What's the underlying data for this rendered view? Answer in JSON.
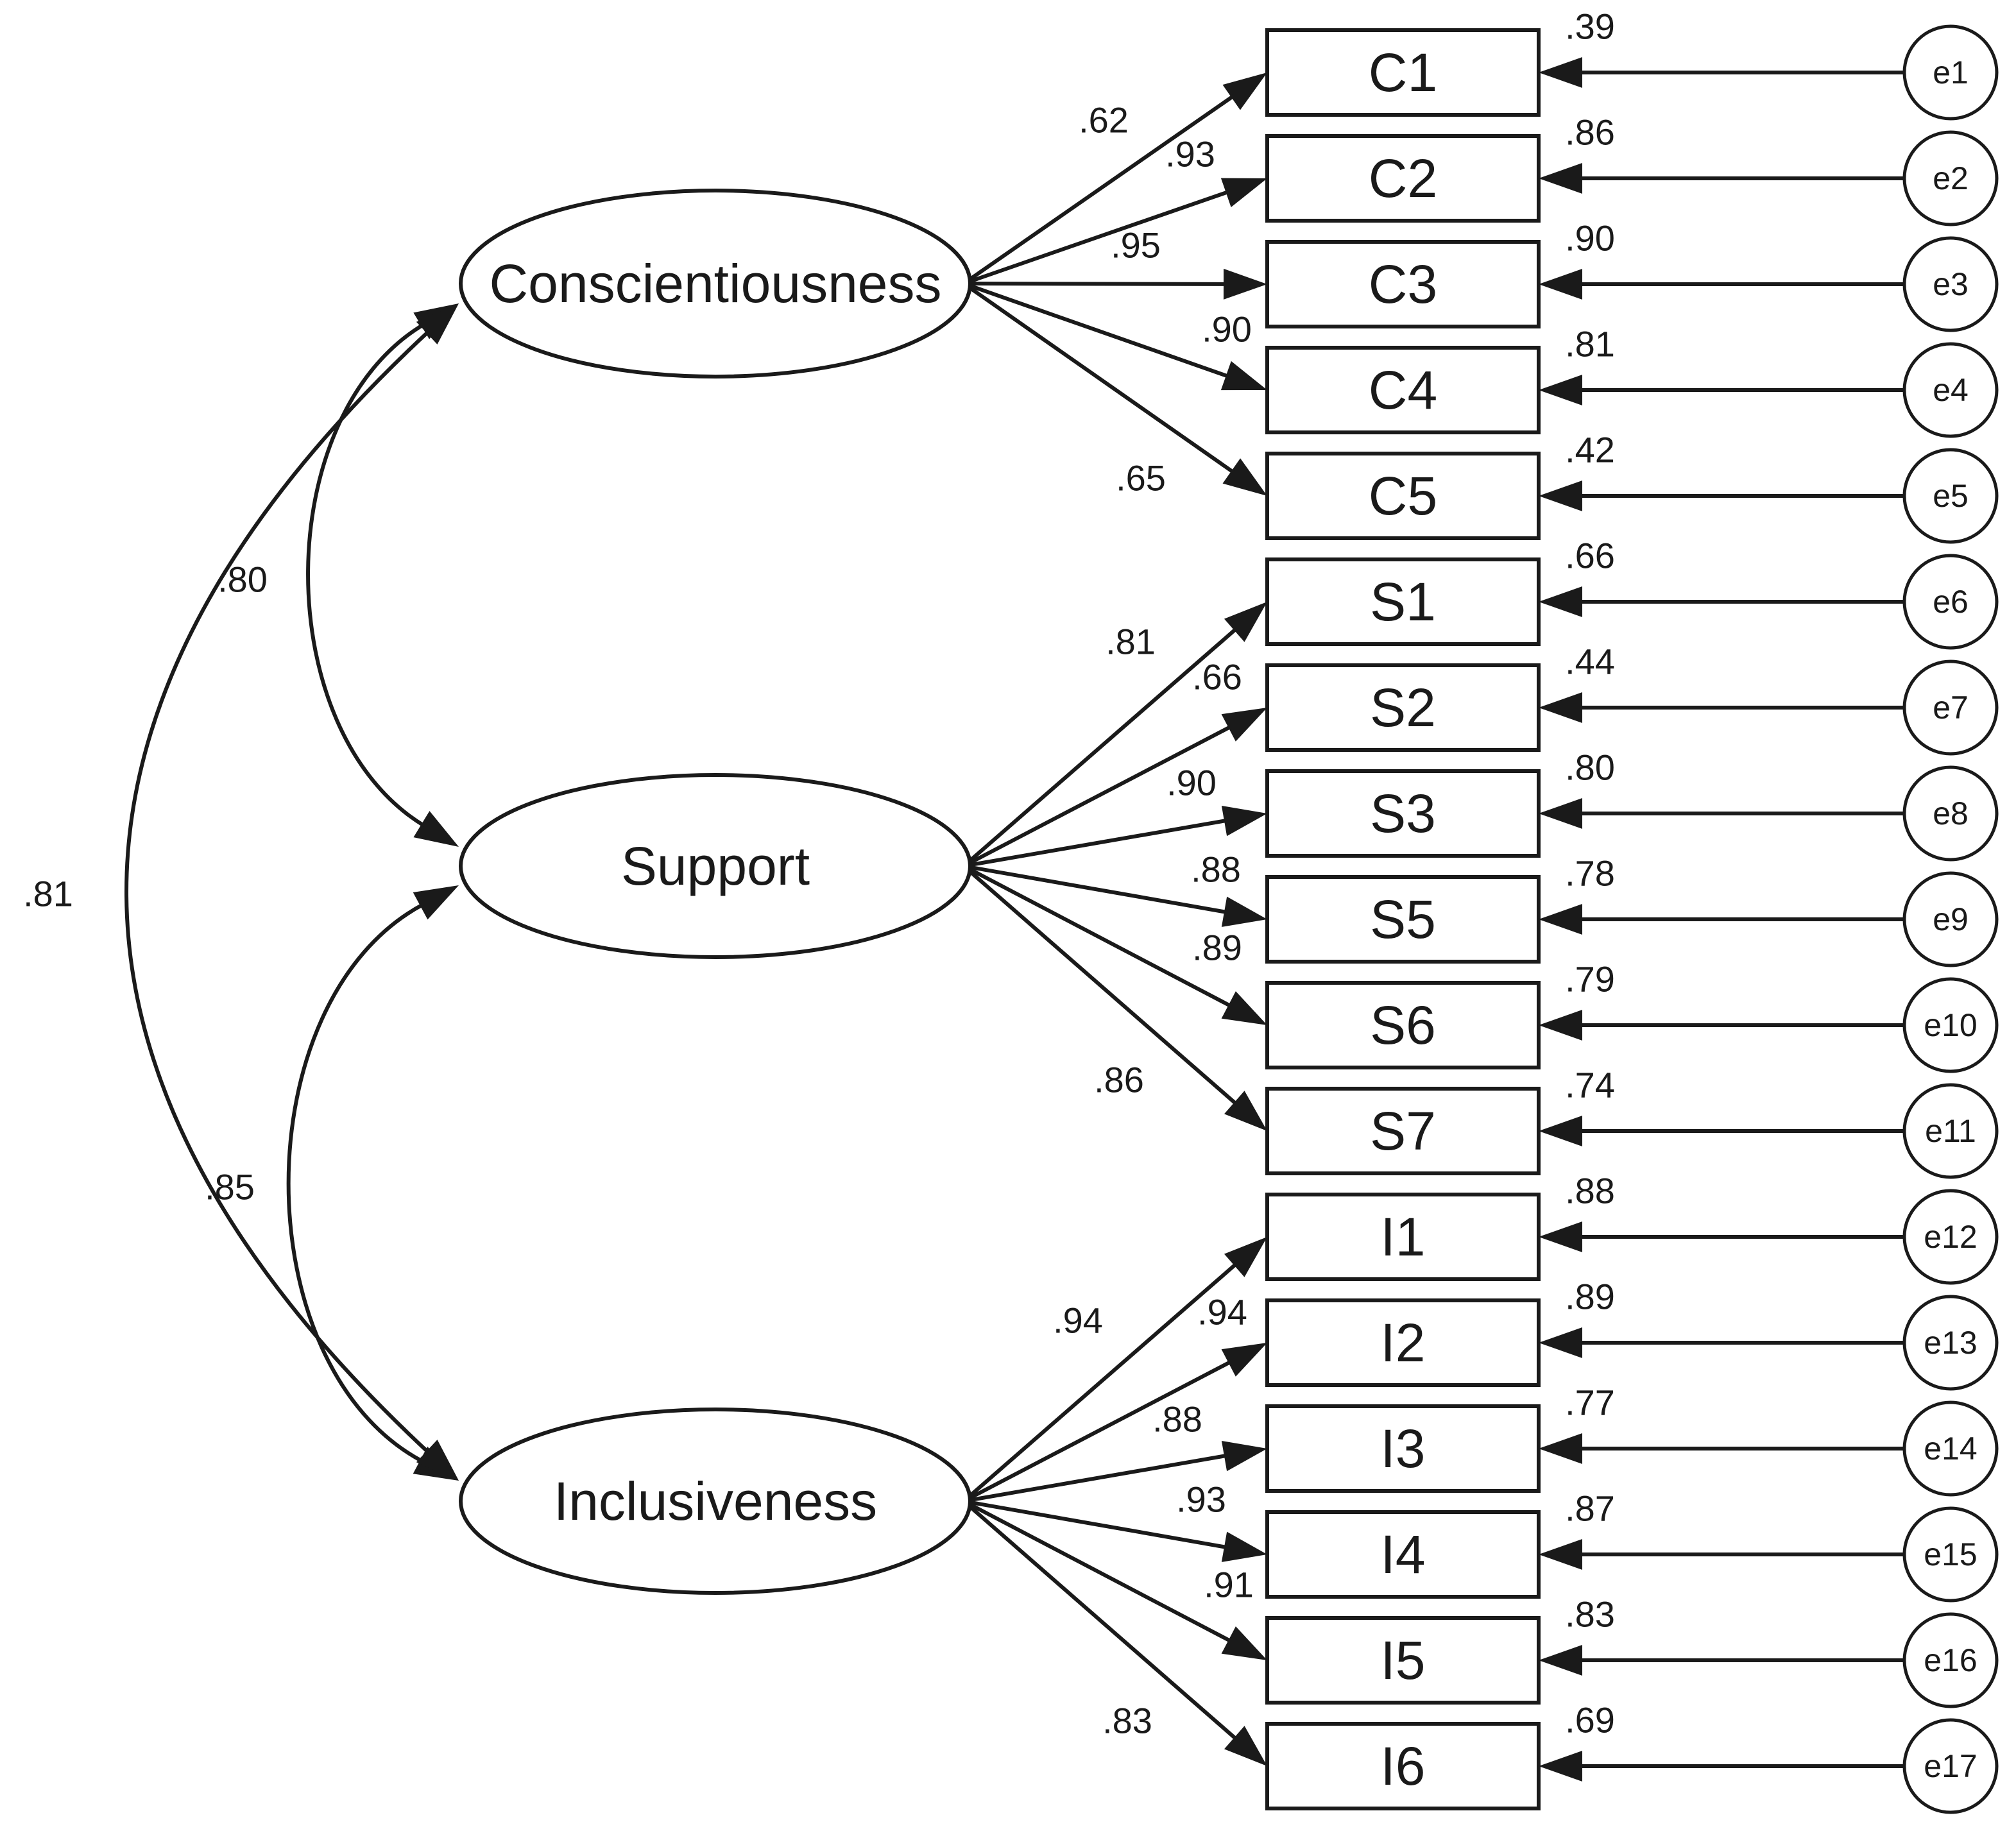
{
  "latents": [
    {
      "id": "conscientiousness",
      "label": "Conscientiousness"
    },
    {
      "id": "support",
      "label": "Support"
    },
    {
      "id": "inclusiveness",
      "label": "Inclusiveness"
    }
  ],
  "indicators": [
    {
      "label": "C1",
      "factor": "conscientiousness",
      "loading": ".62",
      "r2": ".39",
      "error": "e1"
    },
    {
      "label": "C2",
      "factor": "conscientiousness",
      "loading": ".93",
      "r2": ".86",
      "error": "e2"
    },
    {
      "label": "C3",
      "factor": "conscientiousness",
      "loading": ".95",
      "r2": ".90",
      "error": "e3"
    },
    {
      "label": "C4",
      "factor": "conscientiousness",
      "loading": ".90",
      "r2": ".81",
      "error": "e4"
    },
    {
      "label": "C5",
      "factor": "conscientiousness",
      "loading": ".65",
      "r2": ".42",
      "error": "e5"
    },
    {
      "label": "S1",
      "factor": "support",
      "loading": ".81",
      "r2": ".66",
      "error": "e6"
    },
    {
      "label": "S2",
      "factor": "support",
      "loading": ".66",
      "r2": ".44",
      "error": "e7"
    },
    {
      "label": "S3",
      "factor": "support",
      "loading": ".90",
      "r2": ".80",
      "error": "e8"
    },
    {
      "label": "S5",
      "factor": "support",
      "loading": ".88",
      "r2": ".78",
      "error": "e9"
    },
    {
      "label": "S6",
      "factor": "support",
      "loading": ".89",
      "r2": ".79",
      "error": "e10"
    },
    {
      "label": "S7",
      "factor": "support",
      "loading": ".86",
      "r2": ".74",
      "error": "e11"
    },
    {
      "label": "I1",
      "factor": "inclusiveness",
      "loading": ".94",
      "r2": ".88",
      "error": "e12"
    },
    {
      "label": "I2",
      "factor": "inclusiveness",
      "loading": ".94",
      "r2": ".89",
      "error": "e13"
    },
    {
      "label": "I3",
      "factor": "inclusiveness",
      "loading": ".88",
      "r2": ".77",
      "error": "e14"
    },
    {
      "label": "I4",
      "factor": "inclusiveness",
      "loading": ".93",
      "r2": ".87",
      "error": "e15"
    },
    {
      "label": "I5",
      "factor": "inclusiveness",
      "loading": ".91",
      "r2": ".83",
      "error": "e16"
    },
    {
      "label": "I6",
      "factor": "inclusiveness",
      "loading": ".83",
      "r2": ".69",
      "error": "e17"
    }
  ],
  "correlations": [
    {
      "from": "conscientiousness",
      "to": "support",
      "value": ".80"
    },
    {
      "from": "support",
      "to": "inclusiveness",
      "value": ".85"
    },
    {
      "from": "conscientiousness",
      "to": "inclusiveness",
      "value": ".81"
    }
  ]
}
